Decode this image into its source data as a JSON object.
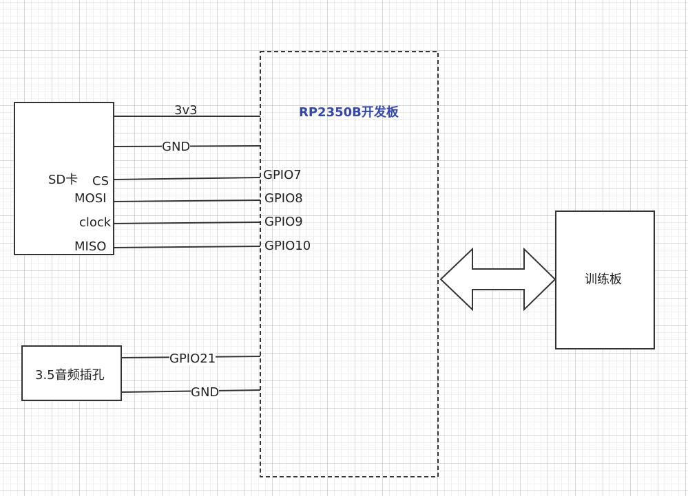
{
  "board": {
    "title": "RP2350B开发板",
    "title_color": "#3548a8"
  },
  "sd_card": {
    "label": "SD卡",
    "pins": {
      "cs": "CS",
      "mosi": "MOSI",
      "clock": "clock",
      "miso": "MISO"
    }
  },
  "audio_jack": {
    "label": "3.5音频插孔"
  },
  "training_board": {
    "label": "训练板"
  },
  "wires": {
    "power": "3v3",
    "gnd_sd": "GND",
    "gpio7": "GPIO7",
    "gpio8": "GPIO8",
    "gpio9": "GPIO9",
    "gpio10": "GPIO10",
    "gpio21": "GPIO21",
    "gnd_audio": "GND"
  },
  "colors": {
    "stroke": "#333333",
    "grid_major": "#d6d6d6",
    "grid_minor": "#f0f0f0"
  }
}
